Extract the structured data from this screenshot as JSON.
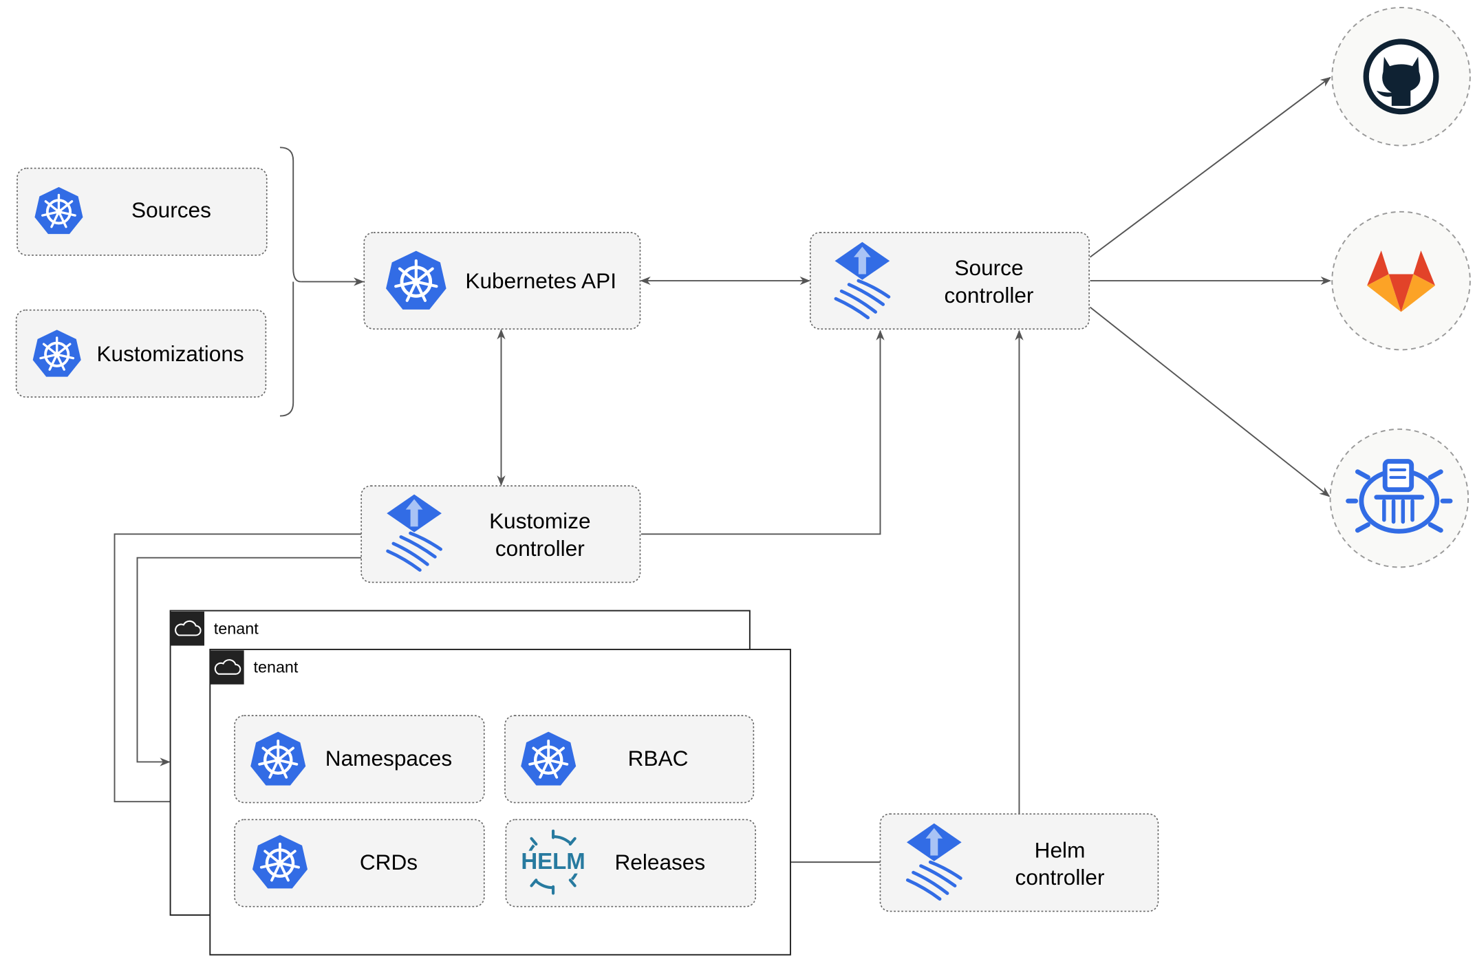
{
  "nodes": {
    "sources": "Sources",
    "kustomizations": "Kustomizations",
    "kubernetes_api": "Kubernetes API",
    "source_controller": [
      "Source",
      "controller"
    ],
    "kustomize_controller": [
      "Kustomize",
      "controller"
    ],
    "helm_controller": [
      "Helm",
      "controller"
    ],
    "namespaces": "Namespaces",
    "rbac": "RBAC",
    "crds": "CRDs",
    "releases": "Releases",
    "helm_logo_text": "HELM"
  },
  "tenants": [
    {
      "label": "tenant"
    },
    {
      "label": "tenant"
    }
  ],
  "external_sources": [
    "github-icon",
    "gitlab-icon",
    "bucket-icon"
  ],
  "colors": {
    "kubernetes_blue": "#326ce5",
    "helm_blue": "#277a9f",
    "github": "#0f2233",
    "gitlab_orange": "#e24329",
    "gitlab_yellow": "#fca326",
    "box_fill": "#f4f4f4"
  }
}
